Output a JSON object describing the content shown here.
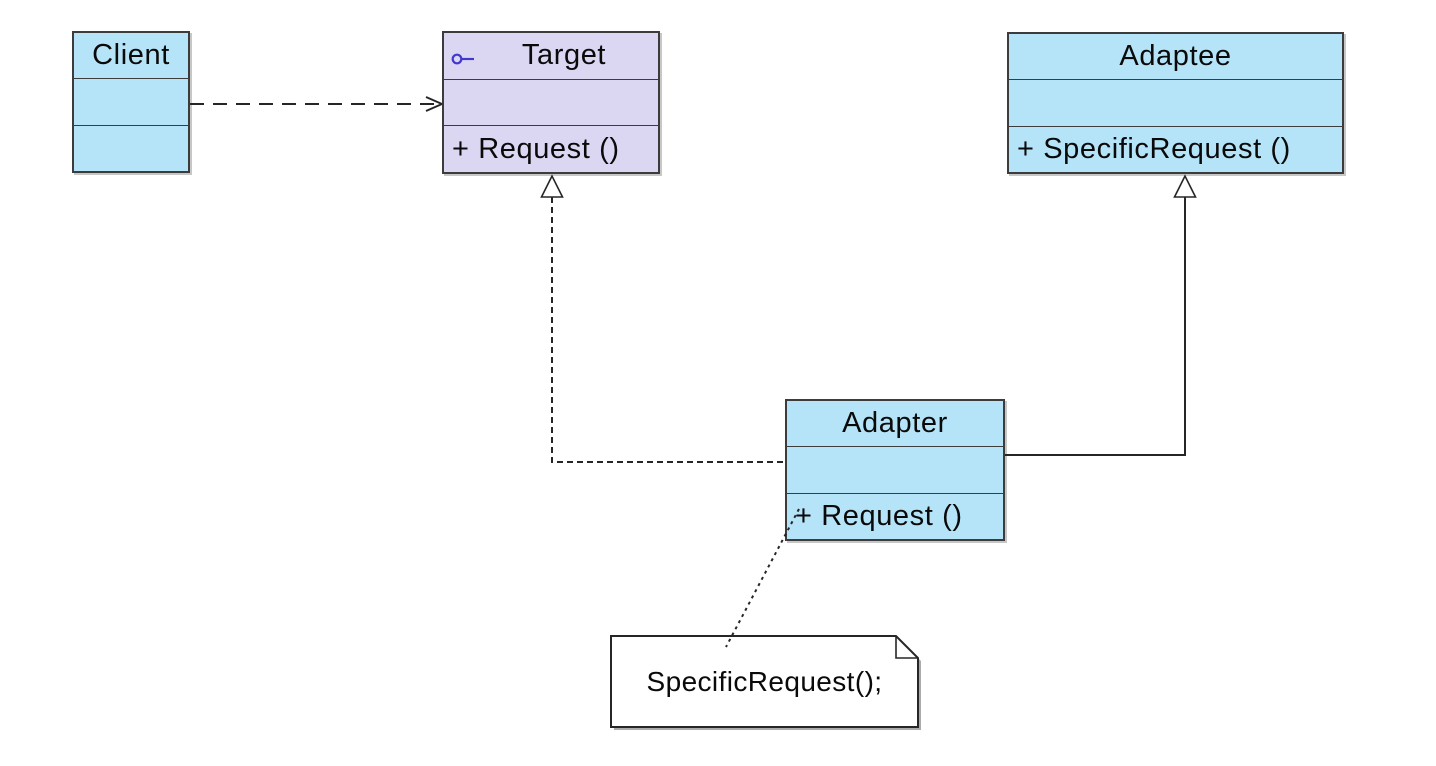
{
  "diagram_type": "uml-class-diagram",
  "colors": {
    "class_fill": "#b5e3f7",
    "interface_fill": "#dbd7f2",
    "note_fill": "#ffffff",
    "border": "#3c3c3c",
    "connector": "#262626",
    "key_icon": "#4238d0"
  },
  "classes": [
    {
      "name": "Client",
      "attributes": [],
      "methods": []
    },
    {
      "name": "Target",
      "icon": "key-interface-icon",
      "attributes": [],
      "methods": [
        "+ Request ()"
      ]
    },
    {
      "name": "Adaptee",
      "attributes": [],
      "methods": [
        "+ SpecificRequest ()"
      ]
    },
    {
      "name": "Adapter",
      "attributes": [],
      "methods": [
        "+ Request ()"
      ]
    }
  ],
  "note": {
    "text": "SpecificRequest();"
  },
  "relationships": [
    {
      "type": "dependency",
      "from": "Client",
      "to": "Target",
      "line": "dashed",
      "arrow": "open-arrow"
    },
    {
      "type": "realization",
      "from": "Adapter",
      "to": "Target",
      "line": "dashed",
      "arrow": "hollow-triangle"
    },
    {
      "type": "generalization",
      "from": "Adapter",
      "to": "Adaptee",
      "line": "solid",
      "arrow": "hollow-triangle"
    },
    {
      "type": "note-anchor",
      "from": "Adapter",
      "to": "note",
      "line": "dashed",
      "arrow": "none"
    }
  ]
}
